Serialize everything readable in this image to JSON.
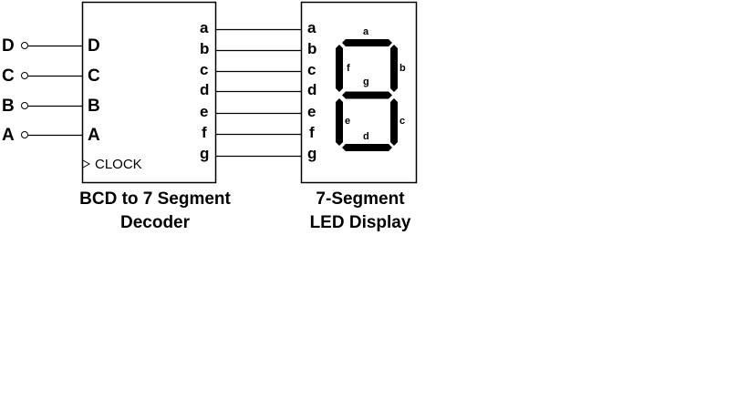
{
  "decoder": {
    "caption_line1": "BCD to 7 Segment",
    "caption_line2": "Decoder",
    "clock_label": "CLOCK",
    "inputs": [
      {
        "external_label": "D",
        "internal_label": "D"
      },
      {
        "external_label": "C",
        "internal_label": "C"
      },
      {
        "external_label": "B",
        "internal_label": "B"
      },
      {
        "external_label": "A",
        "internal_label": "A"
      }
    ],
    "outputs": [
      "a",
      "b",
      "c",
      "d",
      "e",
      "f",
      "g"
    ]
  },
  "display": {
    "caption_line1": "7-Segment",
    "caption_line2": "LED Display",
    "inputs": [
      "a",
      "b",
      "c",
      "d",
      "e",
      "f",
      "g"
    ],
    "segment_labels": {
      "a": "a",
      "b": "b",
      "c": "c",
      "d": "d",
      "e": "e",
      "f": "f",
      "g": "g"
    }
  },
  "colors": {
    "line": "#000000",
    "segment": "#000000",
    "background": "#ffffff"
  }
}
